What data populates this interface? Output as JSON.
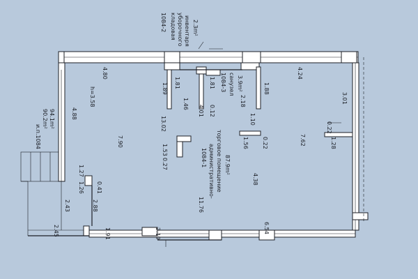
{
  "rooms": {
    "storage_number": "1084-2",
    "storage_name": [
      "кладовая",
      "уборочного",
      "инвентаря"
    ],
    "storage_area": "2.3m²",
    "bath_number": "1084-3",
    "bath_name": "санузел",
    "bath_area": "3.9m²",
    "main_number": "1084-1",
    "main_name": [
      "административно-",
      "торговое помещение"
    ],
    "main_area": "87.9m²"
  },
  "unit": {
    "label": "и.п.1084",
    "area_1": "90.2m²",
    "area_2": "94.1m²"
  },
  "dimensions": {
    "d_480": "4.80",
    "d_424": "4.24",
    "d_189": "1.89",
    "d_181a": "1.81",
    "d_181b": "1.81",
    "d_188": "1.88",
    "d_146": "1.46",
    "d_218": "2.18",
    "d_358": "h=3.58",
    "d_301": "3.01",
    "d_401": "4.01",
    "d_012": "0.12",
    "d_1302": "13.02",
    "d_488": "4.88",
    "d_110": "1.10",
    "d_022a": "0.22",
    "d_790": "7.90",
    "d_762": "7.62",
    "d_156": "1.56",
    "d_022b": "0.22",
    "d_128": "1.28",
    "d_153": "1.53",
    "d_027": "0.27",
    "d_127": "1.27",
    "d_438": "4.38",
    "d_126": "1.26",
    "d_041": "0.41",
    "d_1176": "11.76",
    "d_243": "2.43",
    "d_288": "2.88",
    "d_245": "2.45",
    "d_191": "1.91",
    "d_219": "2.19",
    "d_654": "6.54"
  }
}
